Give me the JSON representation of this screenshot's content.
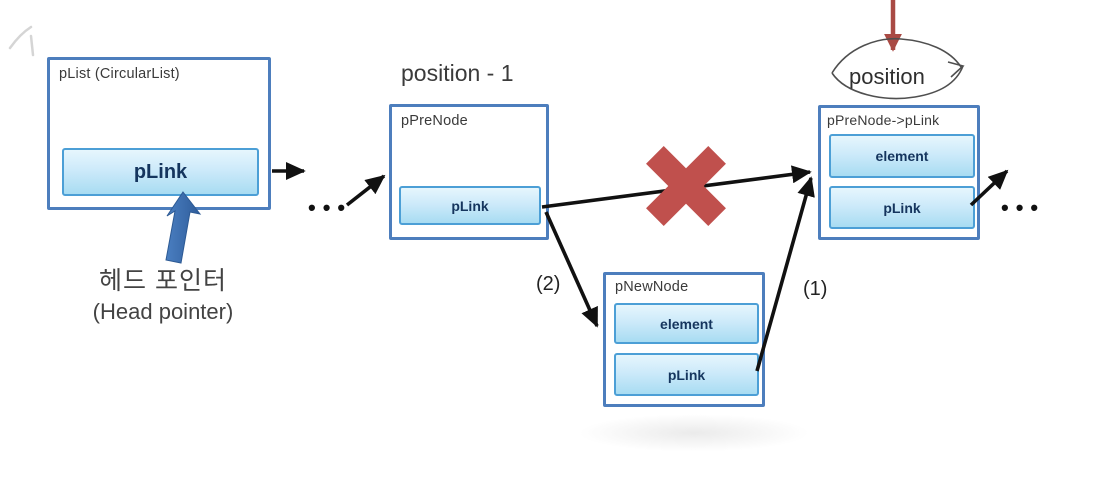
{
  "nodes": {
    "plist": {
      "title": "pList (CircularList)",
      "fields": [
        "pLink"
      ]
    },
    "ppre": {
      "title": "pPreNode",
      "fields": [
        "pLink"
      ]
    },
    "pnew": {
      "title": "pNewNode",
      "fields": [
        "element",
        "pLink"
      ]
    },
    "ppre_link": {
      "title": "pPreNode->pLink",
      "fields": [
        "element",
        "pLink"
      ]
    }
  },
  "labels": {
    "position_minus_one": "position - 1",
    "position": "position",
    "head_pointer_ko": "헤드 포인터",
    "head_pointer_en": "(Head pointer)",
    "step_one": "(1)",
    "step_two": "(2)",
    "ellipsis_left": "•••",
    "ellipsis_right": "•••"
  },
  "colors": {
    "box_border": "#4d7ebd",
    "field_border": "#4c9fd6",
    "field_fill_top": "#e6f6fd",
    "field_fill_bottom": "#a8dcf2",
    "field_text": "#15355e",
    "title_text": "#3a3a3a",
    "cross_red": "#c0504d",
    "position_arrow_red": "#a94a44",
    "head_arrow_blue": "#3d72b4",
    "arrow_black": "#111111"
  }
}
